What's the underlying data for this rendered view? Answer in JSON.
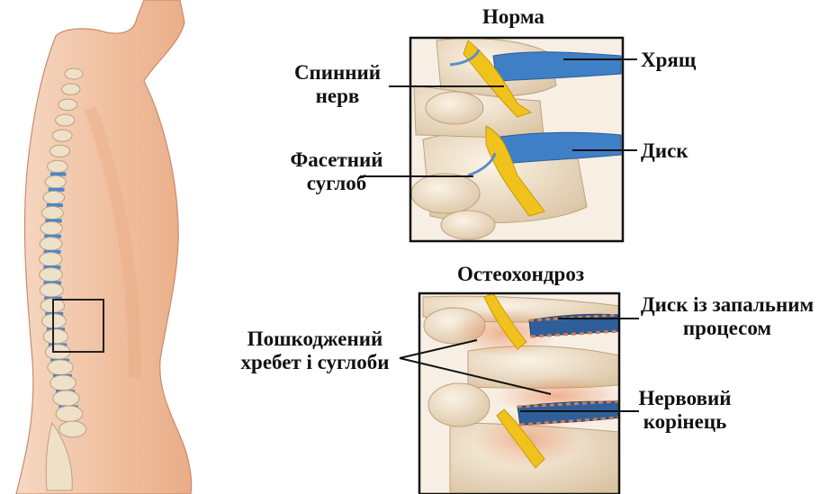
{
  "panels": {
    "normal": {
      "title": "Норма",
      "labels": {
        "spinal_nerve": [
          "Спинний",
          "нерв"
        ],
        "facet_joint": [
          "Фасетний",
          "суглоб"
        ],
        "cartilage": "Хрящ",
        "disc": "Диск"
      }
    },
    "osteochondrosis": {
      "title": "Остеохондроз",
      "labels": {
        "damaged_vertebrae": [
          "Пошкоджений",
          "хребет і суглоби"
        ],
        "inflamed_disc": [
          "Диск із запальним",
          "процесом"
        ],
        "nerve_root": [
          "Нервовий",
          "корінець"
        ]
      }
    }
  },
  "colors": {
    "bone": "#efe0c8",
    "skin": "#f1c3a4",
    "disc_blue": "#3f7fc6",
    "nerve_yellow": "#f2c21c",
    "inflammation": "#e07a4a",
    "frame": "#111111"
  }
}
